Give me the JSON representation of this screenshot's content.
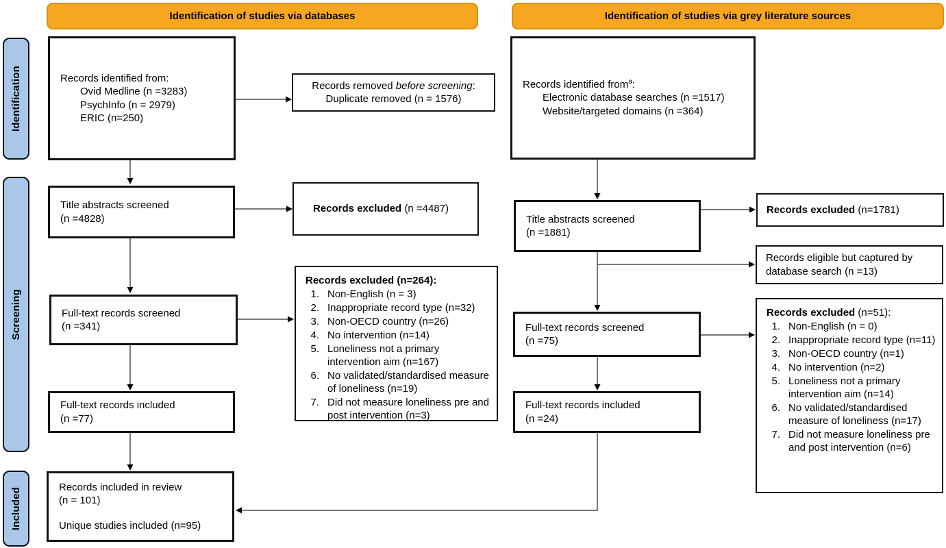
{
  "colors": {
    "banner_fill": "#F6A71F",
    "banner_border": "#D8920E",
    "sidebar_fill": "#A9C7E9",
    "box_border": "#121212",
    "arrow_line": "#4a4a4a",
    "arrow_head": "#000000"
  },
  "headers": {
    "left": "Identification of studies via databases",
    "right": "Identification of studies via grey literature sources"
  },
  "sidebar": {
    "identification": "Identification",
    "screening": "Screening",
    "included": "Included"
  },
  "left_flow": {
    "identified": {
      "title": "Records identified from:",
      "items": [
        "Ovid Medline (n =3283)",
        "PsychInfo (n = 2979)",
        "ERIC (n=250)"
      ]
    },
    "removed": {
      "line1_prefix": "Records removed ",
      "line1_italic": "before screening",
      "line1_suffix": ":",
      "line2": "Duplicate removed (n = 1576)"
    },
    "title_screened": {
      "line1": "Title abstracts screened",
      "line2": "(n =4828)"
    },
    "records_excluded": {
      "bold": "Records excluded",
      "rest": " (n =4487)"
    },
    "fulltext_screened": {
      "line1": "Full-text records screened",
      "line2": "(n =341)"
    },
    "excluded_list": {
      "heading": "Records excluded (n=264):",
      "numbers": [
        "1.",
        "2.",
        "3.",
        "4.",
        "5.",
        "6.",
        "7."
      ],
      "items": [
        "Non-English (n = 3)",
        "Inappropriate record type (n=32)",
        "Non-OECD country (n=26)",
        "No intervention (n=14)",
        "Loneliness not a primary intervention aim (n=167)",
        "No validated/standardised measure of loneliness (n=19)",
        "Did not measure loneliness pre and post intervention (n=3)"
      ]
    },
    "fulltext_included": {
      "line1": "Full-text records included",
      "line2": "(n =77)"
    },
    "included_review": {
      "line1": "Records included in review",
      "line2": "(n = 101)",
      "line3": "Unique studies included (n=95)"
    }
  },
  "right_flow": {
    "identified": {
      "title_prefix": "Records identified from",
      "superscript": "a",
      "title_suffix": ":",
      "items": [
        "Electronic database searches (n =1517)",
        "Website/targeted domains (n =364)"
      ]
    },
    "title_screened": {
      "line1": "Title abstracts screened",
      "line2": "(n =1881)"
    },
    "records_excluded": {
      "bold": "Records excluded",
      "rest": " (n=1781)"
    },
    "eligible": {
      "text": "Records eligible but captured by database search (n =13)"
    },
    "fulltext_screened": {
      "line1": "Full-text records screened",
      "line2": "(n =75)"
    },
    "excluded_list": {
      "heading_bold": "Records excluded",
      "heading_rest": " (n=51):",
      "numbers": [
        "1.",
        "2.",
        "3.",
        "4.",
        "5.",
        "6.",
        "7."
      ],
      "items": [
        "Non-English (n = 0)",
        "Inappropriate record type (n=11)",
        "Non-OECD country (n=1)",
        "No intervention (n=2)",
        "Loneliness not a primary intervention aim (n=14)",
        "No validated/standardised measure of loneliness (n=17)",
        "Did not measure loneliness pre and post intervention (n=6)"
      ]
    },
    "fulltext_included": {
      "line1": "Full-text records included",
      "line2": "(n =24)"
    }
  }
}
